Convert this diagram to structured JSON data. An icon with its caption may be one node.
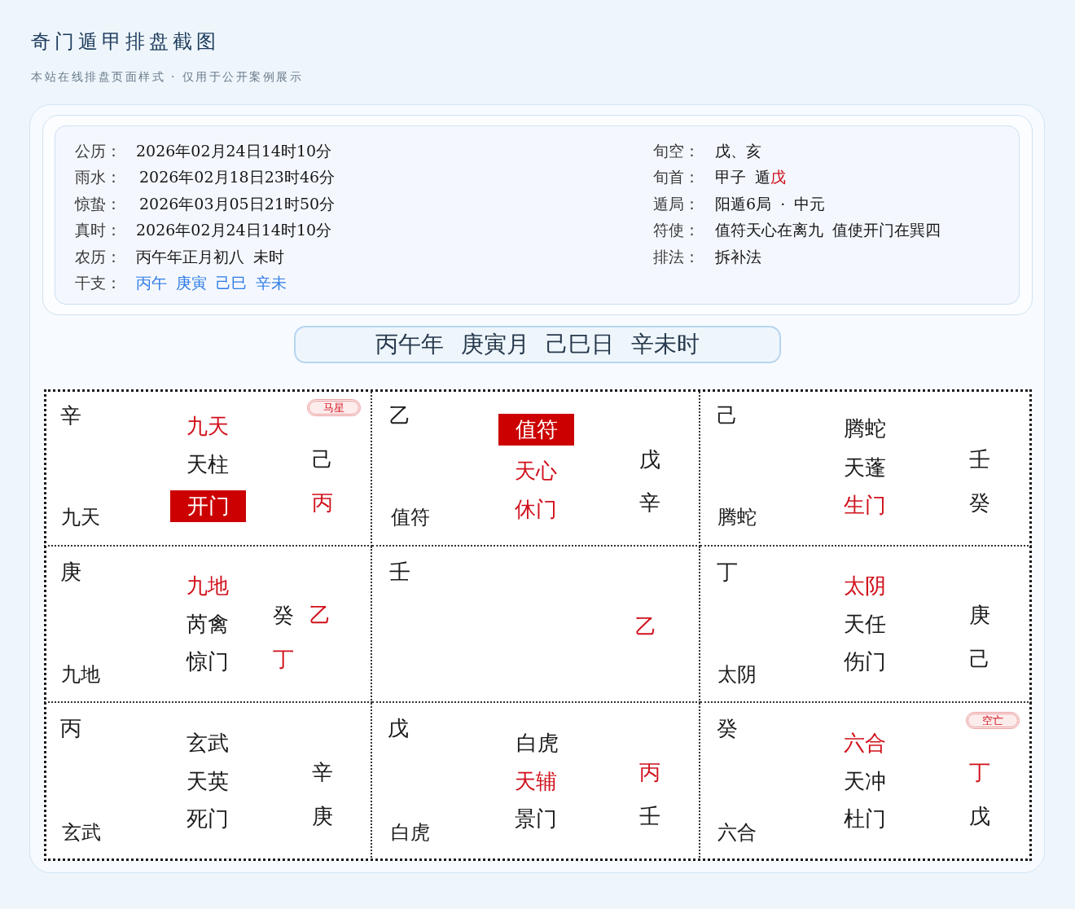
{
  "diagram": {
    "title": "奇门遁甲排盘截图",
    "nodes": [
      {
        "text": [
          "公历：",
          "2026年02月24日14时10分",
          "雨水：",
          "2026年02月18日23时46分",
          "惊蛰：",
          "2026年03月05日21时50分",
          "真时：",
          "2026年02月24日14时10分",
          "农历：",
          "丙午年正月初八 未时",
          "干支：",
          "丙午 庚寅 己巳 辛未",
          "旬空：",
          "戊、亥",
          "旬首：",
          "甲子 遁戊",
          "遁局：",
          "阳遁6局 · 中元",
          "符使：",
          "值符天心在离九 值使开门在巽四",
          "排法：",
          "拆补法"
        ]
      },
      {
        "text": [
          "丙午年 庚寅月 己巳日 辛未时"
        ]
      },
      {
        "text": [
          "辛",
          "九天",
          "天柱",
          "己",
          "丙",
          "九天"
        ]
      },
      {
        "text": [
          "马星"
        ],
        "in": 2
      },
      {
        "text": [
          "开门"
        ],
        "in": 2
      },
      {
        "text": [
          "乙",
          "天心",
          "休门",
          "戊",
          "辛",
          "值符"
        ]
      },
      {
        "text": [
          "值符"
        ],
        "in": 5
      },
      {
        "text": [
          "己",
          "腾蛇",
          "天蓬",
          "生门",
          "壬",
          "癸",
          "腾蛇"
        ]
      },
      {
        "text": [
          "庚",
          "九地",
          "芮禽",
          "惊门",
          "癸",
          "乙",
          "丁",
          "九地"
        ]
      },
      {
        "text": [
          "壬",
          "乙"
        ]
      },
      {
        "text": [
          "丁",
          "太阴",
          "天任",
          "伤门",
          "庚",
          "己",
          "太阴"
        ]
      },
      {
        "text": [
          "丙",
          "玄武",
          "天英",
          "死门",
          "辛",
          "庚",
          "玄武"
        ]
      },
      {
        "text": [
          "戊",
          "白虎",
          "天辅",
          "景门",
          "丙",
          "壬",
          "白虎"
        ]
      },
      {
        "text": [
          "癸",
          "六合",
          "天冲",
          "杜门",
          "丁",
          "戊",
          "六合"
        ]
      },
      {
        "text": [
          "空亡"
        ],
        "in": 13
      }
    ],
    "labels": [
      "本站在线排盘页面样式 · 仅用于公开案例展示"
    ]
  }
}
